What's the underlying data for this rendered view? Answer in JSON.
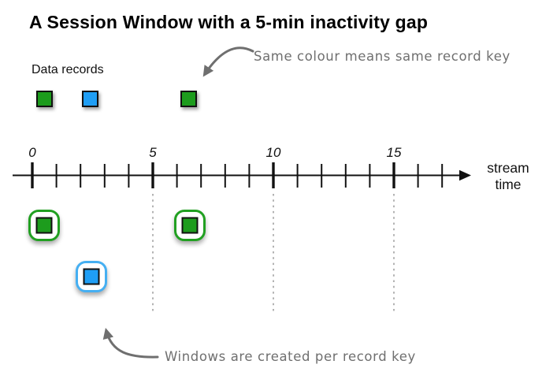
{
  "title": "A Session Window with a 5-min inactivity gap",
  "legend": {
    "label": "Data records"
  },
  "annotations": {
    "top": "Same colour means same record key",
    "bottom": "Windows are created per record key"
  },
  "axis": {
    "label_line1": "stream",
    "label_line2": "time",
    "tick_labels": [
      "0",
      "5",
      "10",
      "15"
    ],
    "minor_per_major": 5,
    "total_ticks": 18
  },
  "records": [
    {
      "key": "green",
      "time": 0.5
    },
    {
      "key": "blue",
      "time": 2.4
    },
    {
      "key": "green",
      "time": 6.5
    }
  ],
  "windows": [
    {
      "key": "green",
      "time": 0.5,
      "row": 0
    },
    {
      "key": "green",
      "time": 6.55,
      "row": 0
    },
    {
      "key": "blue",
      "time": 2.45,
      "row": 1
    }
  ],
  "guides_at_times": [
    5,
    10,
    15
  ],
  "colors": {
    "green_fill": "#1d9c1d",
    "blue_fill": "#1f9ef5",
    "green_window_border": "#21a021",
    "blue_window_border": "#45aff2",
    "annotation_gray": "#6f6f6f",
    "guide_gray": "#b3b3b3",
    "ink": "#111111"
  }
}
